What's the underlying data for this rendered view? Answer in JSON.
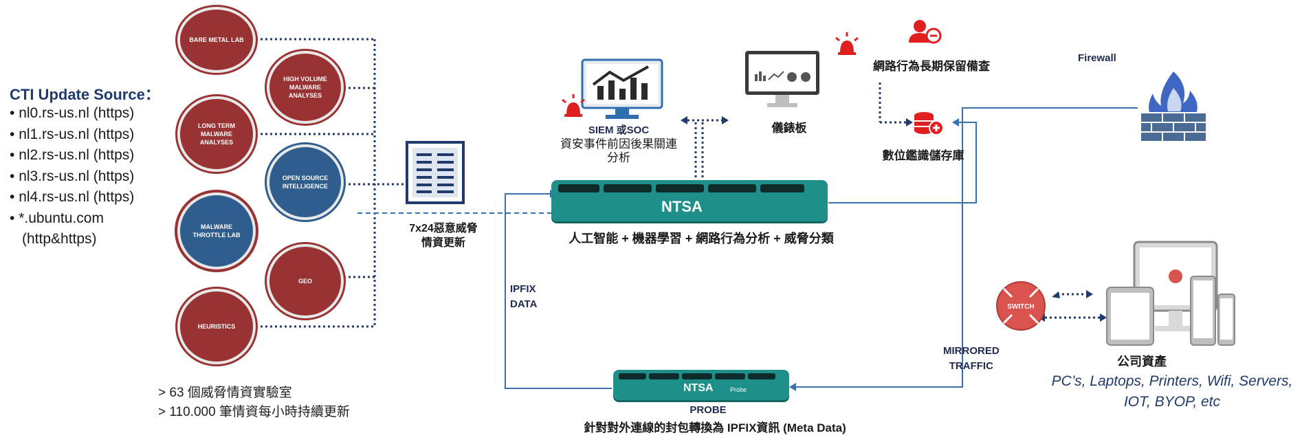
{
  "cti": {
    "title": "CTI Update Source：",
    "sources": [
      "nl0.rs-us.nl (https)",
      "nl1.rs-us.nl (https)",
      "nl2.rs-us.nl (https)",
      "nl3.rs-us.nl (https)",
      "nl4.rs-us.nl (https)",
      "*.ubuntu.com"
    ],
    "sources_suffix": "(http&https)"
  },
  "labs": [
    {
      "label": "BARE METAL LAB",
      "color": "red"
    },
    {
      "label": "HIGH VOLUME MALWARE ANALYSES",
      "color": "red"
    },
    {
      "label": "LONG TERM MALWARE ANALYSES",
      "color": "red"
    },
    {
      "label": "OPEN SOURCE INTELLIGENCE",
      "color": "blue"
    },
    {
      "label": "MALWARE THROTTLE LAB",
      "color": "blue"
    },
    {
      "label": "GEO",
      "color": "red"
    },
    {
      "label": "HEURISTICS",
      "color": "red"
    }
  ],
  "stats": [
    "> 63 個威脅情資實驗室",
    "> 110.000 筆情資每小時持續更新"
  ],
  "feed": {
    "line1": "7x24惡意威脅",
    "line2": "情資更新"
  },
  "siem": {
    "title": "SIEM 或SOC",
    "line1": "資安事件前因後果關連",
    "line2": "分析"
  },
  "dashboard": {
    "label": "儀錶板"
  },
  "retention": {
    "label": "網路行為長期保留備查"
  },
  "storage": {
    "label": "數位鑑識儲存庫"
  },
  "firewall": {
    "label": "Firewall"
  },
  "ntsa": {
    "label": "NTSA",
    "caption": "人工智能 + 機器學習 + 網路行為分析 + 威脅分類"
  },
  "ipfix": {
    "line1": "IPFIX",
    "line2": "DATA"
  },
  "probe": {
    "label": "NTSA",
    "sub": "Probe",
    "title": "PROBE",
    "caption": "針對對外連線的封包轉換為 IPFIX資訊 (Meta Data)"
  },
  "mirrored": {
    "line1": "MIRRORED",
    "line2": "TRAFFIC"
  },
  "switch": {
    "label": "SWITCH"
  },
  "assets": {
    "title": "公司資產",
    "line1": "PC’s, Laptops, Printers, Wifi, Servers,",
    "line2": "IOT, BYOP, etc"
  },
  "colors": {
    "teal": "#1e8f89",
    "navy": "#1f3a6b",
    "lab_red": "#993333",
    "lab_blue": "#2f5d8e",
    "alert_red": "#e02020",
    "line_blue": "#3a6fb0"
  }
}
